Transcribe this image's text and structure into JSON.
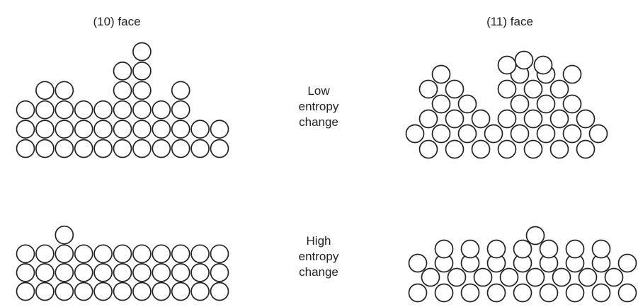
{
  "panels": {
    "left": {
      "title": "(10) face"
    },
    "right": {
      "title": "(11) face"
    }
  },
  "rows": {
    "top": {
      "line1": "Low",
      "line2": "entropy",
      "line3": "change"
    },
    "bottom": {
      "line1": "High",
      "line2": "entropy",
      "line3": "change"
    }
  },
  "style": {
    "line_color": "#222222",
    "background": "#ffffff"
  }
}
